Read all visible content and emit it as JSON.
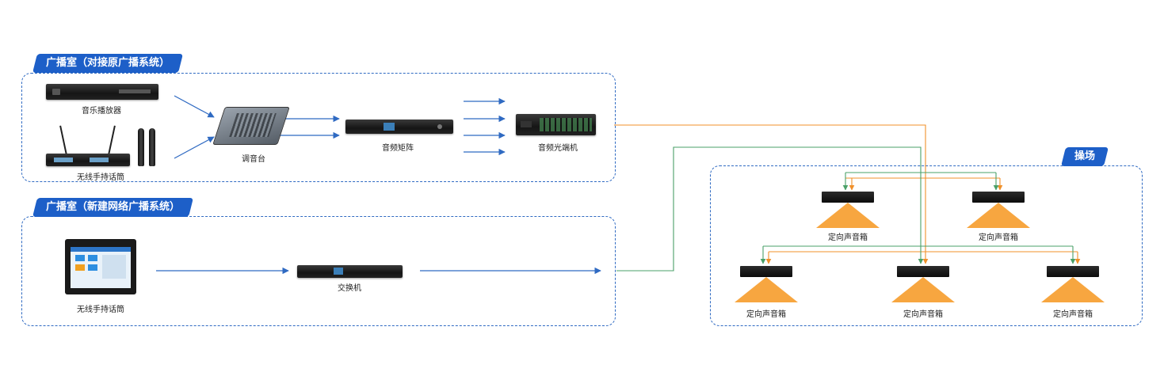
{
  "panels": {
    "legacy": {
      "title": "广播室（对接原广播系统）"
    },
    "network": {
      "title": "广播室（新建网络广播系统）"
    },
    "field": {
      "title": "操场"
    }
  },
  "devices": {
    "music_player": "音乐播放器",
    "wireless_mic": "无线手持话筒",
    "mixer": "调音台",
    "audio_matrix": "音频矩阵",
    "fiber_terminal": "音频光端机",
    "touch_terminal": "无线手持话筒",
    "switch": "交换机"
  },
  "speakers": [
    {
      "label": "定向声音箱"
    },
    {
      "label": "定向声音箱"
    },
    {
      "label": "定向声音箱"
    },
    {
      "label": "定向声音箱"
    },
    {
      "label": "定向声音箱"
    }
  ],
  "colors": {
    "panel_border": "#2f6ac2",
    "tag_fill": "#1d5fc8",
    "arrow": "#2f6ac2",
    "line_orange": "#f0902a",
    "line_green": "#4aa068",
    "beam": "#f7a640"
  }
}
